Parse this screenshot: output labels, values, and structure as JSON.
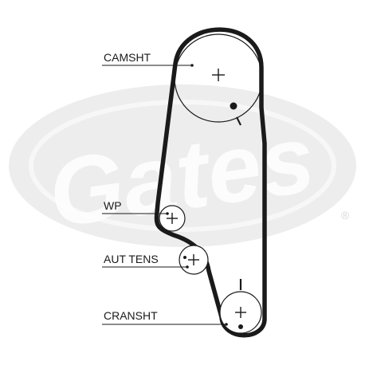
{
  "watermark": {
    "brand": "Gates",
    "registered": "®",
    "color": "#ededed"
  },
  "diagram": {
    "belt_color": "#1a1a1a",
    "labels": {
      "camshaft": "CAMSHT",
      "water_pump": "WP",
      "tensioner": "AUT TENS",
      "crankshaft": "CRANSHT"
    }
  }
}
